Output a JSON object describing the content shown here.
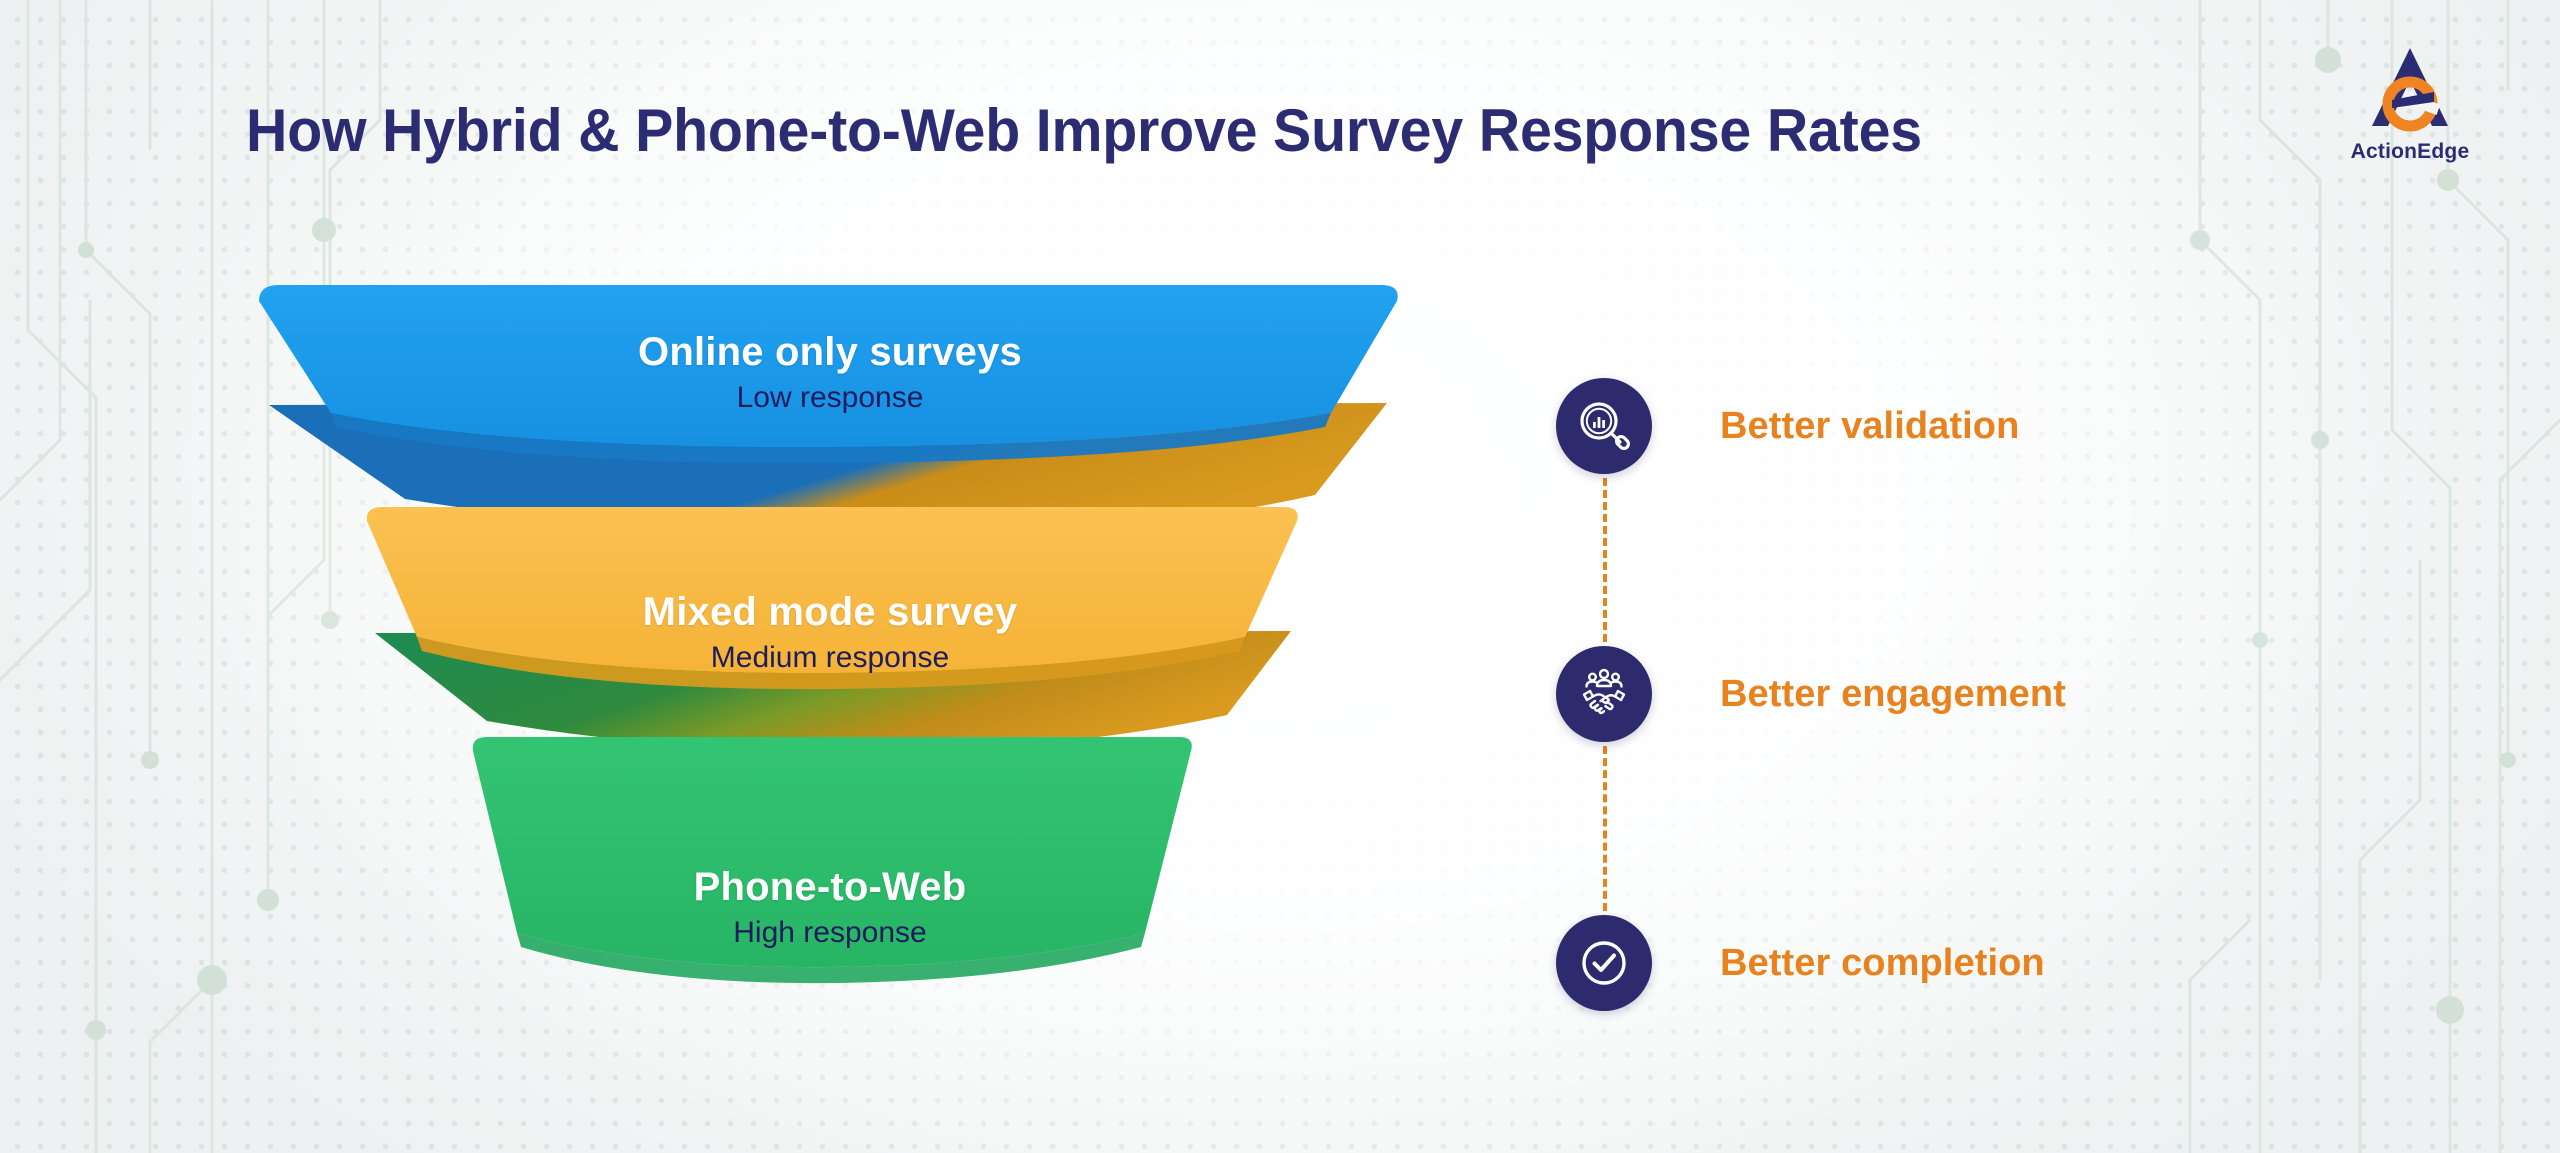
{
  "header": {
    "title": "How Hybrid & Phone-to-Web Improve Survey Response Rates",
    "logo_text": "ActionEdge",
    "logo_icon": "actionedge-ae-monogram-logo"
  },
  "colors": {
    "title_navy": "#2c2c72",
    "accent_orange": "#e8821e",
    "badge_navy": "#2e2a6e",
    "funnel_blue": "#1e9cec",
    "funnel_blue_dark": "#1c69b4",
    "funnel_orange": "#f8b940",
    "funnel_orange_dark": "#cf921c",
    "funnel_green": "#2ebd6b",
    "funnel_green_dark": "#1c8f53",
    "background": "#f3f5f5"
  },
  "chart_data": {
    "type": "funnel",
    "title": "How Hybrid & Phone-to-Web Improve Survey Response Rates",
    "stages": [
      {
        "label": "Online only surveys",
        "sublabel": "Low response",
        "level": "Low",
        "color": "#1e9cec",
        "width_pct": 100
      },
      {
        "label": "Mixed mode survey",
        "sublabel": "Medium response",
        "level": "Medium",
        "color": "#f8b940",
        "width_pct": 80
      },
      {
        "label": "Phone-to-Web",
        "sublabel": "High response",
        "level": "High",
        "color": "#2ebd6b",
        "width_pct": 58
      }
    ],
    "legend": [],
    "xlabel": "",
    "ylabel": ""
  },
  "funnel": {
    "segments": [
      {
        "title": "Online only surveys",
        "subtitle": "Low response"
      },
      {
        "title": "Mixed mode survey",
        "subtitle": "Medium response"
      },
      {
        "title": "Phone-to-Web",
        "subtitle": "High response"
      }
    ]
  },
  "benefits": {
    "items": [
      {
        "label": "Better validation",
        "icon": "magnifier-bar-chart-icon"
      },
      {
        "label": "Better engagement",
        "icon": "handshake-people-icon"
      },
      {
        "label": "Better completion",
        "icon": "check-circle-icon"
      }
    ]
  }
}
